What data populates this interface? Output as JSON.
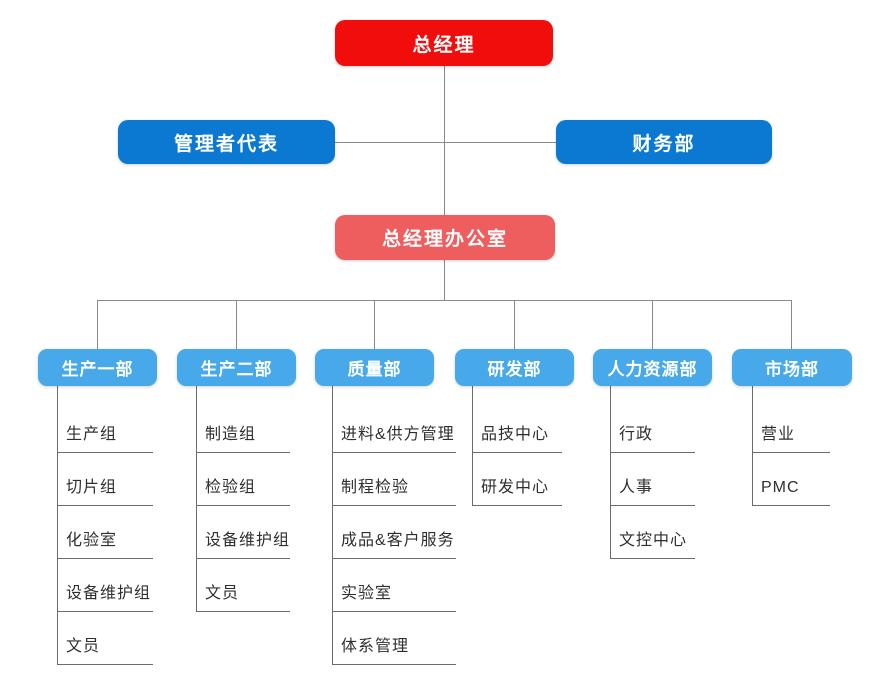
{
  "org": {
    "root": {
      "label": "总经理"
    },
    "level2": [
      {
        "label": "管理者代表"
      },
      {
        "label": "财务部"
      }
    ],
    "office": {
      "label": "总经理办公室"
    },
    "departments": [
      {
        "label": "生产一部",
        "children": [
          "生产组",
          "切片组",
          "化验室",
          "设备维护组",
          "文员"
        ]
      },
      {
        "label": "生产二部",
        "children": [
          "制造组",
          "检验组",
          "设备维护组",
          "文员"
        ]
      },
      {
        "label": "质量部",
        "children": [
          "进料&供方管理",
          "制程检验",
          "成品&客户服务",
          "实验室",
          "体系管理"
        ]
      },
      {
        "label": "研发部",
        "children": [
          "品技中心",
          "研发中心"
        ]
      },
      {
        "label": "人力资源部",
        "children": [
          "行政",
          "人事",
          "文控中心"
        ]
      },
      {
        "label": "市场部",
        "children": [
          "营业",
          "PMC"
        ]
      }
    ],
    "colors": {
      "root_box": "#f20d0d",
      "level2_box": "#0b79d2",
      "office_box": "#ef5e5e",
      "department_box": "#47a9ea",
      "box_text": "#ffffff",
      "connector_line": "#8a8a8a",
      "leaf_line": "#6b6b6b",
      "leaf_text": "#2f2f2f",
      "background": "#ffffff"
    }
  }
}
